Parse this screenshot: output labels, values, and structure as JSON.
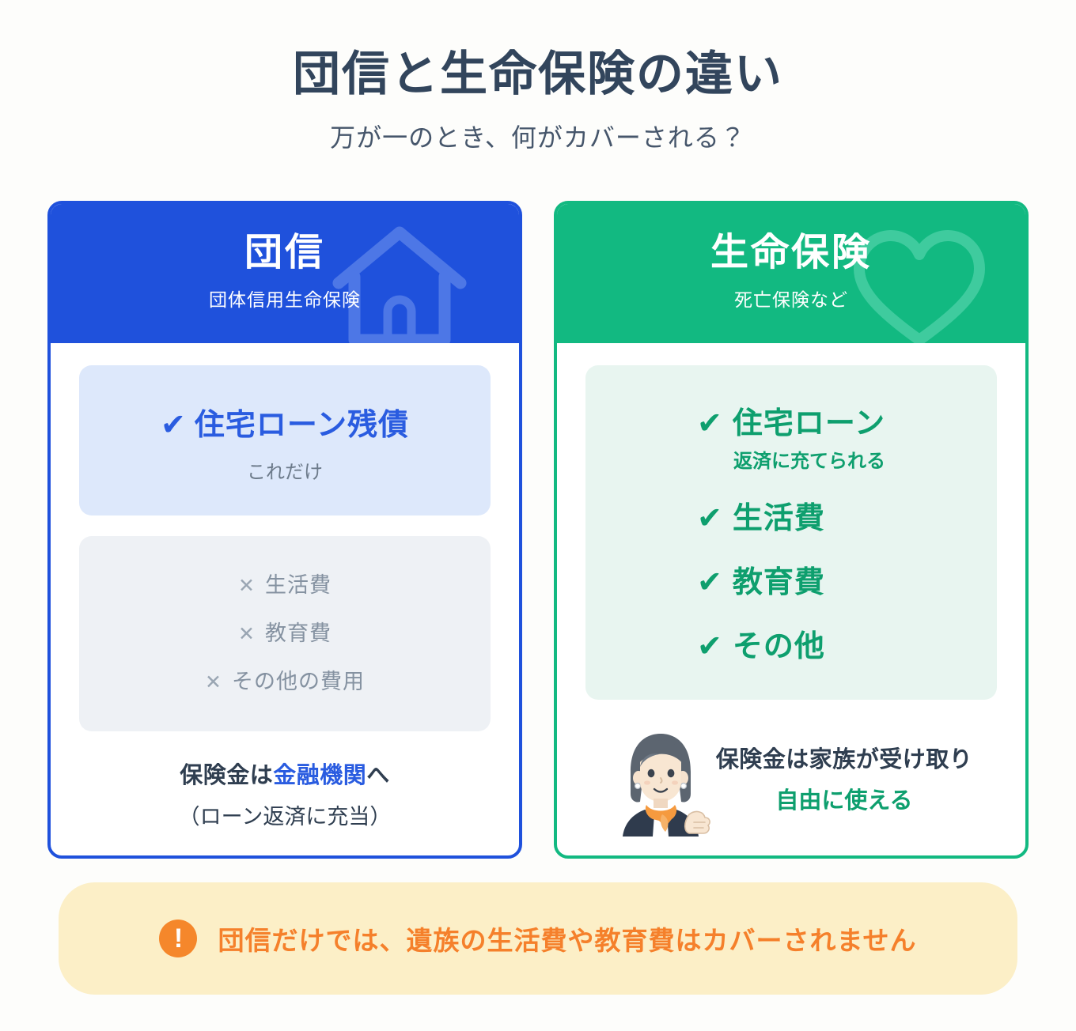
{
  "header": {
    "title": "団信と生命保険の違い",
    "subtitle": "万が一のとき、何がカバーされる？"
  },
  "colors": {
    "blue": "#1F51DC",
    "blue_accent": "#2A5CE0",
    "blue_light_box": "#DDE8FB",
    "grey_box": "#EEF1F5",
    "green": "#12B981",
    "green_accent": "#0E9F6E",
    "green_light_box": "#E8F5F0",
    "orange": "#F5802B",
    "alert_bg": "#FCEFC7",
    "page_bg": "#FDFDFB",
    "title_text": "#32455C"
  },
  "cards": [
    {
      "id": "dan-shin",
      "title": "団信",
      "subtitle": "団体信用生命保険",
      "watermark_icon": "house-icon",
      "covered": {
        "tick": "✔",
        "label": "住宅ローン残債",
        "note": "これだけ"
      },
      "excluded": {
        "mark": "✕",
        "items": [
          "生活費",
          "教育費",
          "その他の費用"
        ]
      },
      "footer": {
        "line1_prefix": "保険金は",
        "line1_accent": "金融機関",
        "line1_suffix": "へ",
        "line2": "（ローン返済に充当）"
      }
    },
    {
      "id": "seimei-hoken",
      "title": "生命保険",
      "subtitle": "死亡保険など",
      "watermark_icon": "heart-icon",
      "covered_items": [
        {
          "tick": "✔",
          "label": "住宅ローン",
          "note": "返済に充てられる"
        },
        {
          "tick": "✔",
          "label": "生活費",
          "note": ""
        },
        {
          "tick": "✔",
          "label": "教育費",
          "note": ""
        },
        {
          "tick": "✔",
          "label": "その他",
          "note": ""
        }
      ],
      "footer": {
        "line1": "保険金は家族が受け取り",
        "line2_accent": "自由に使える",
        "avatar_icon": "woman-presenter-illustration"
      }
    }
  ],
  "alert": {
    "icon": "exclamation-icon",
    "icon_glyph": "!",
    "text": "団信だけでは、遺族の生活費や教育費はカバーされません"
  }
}
